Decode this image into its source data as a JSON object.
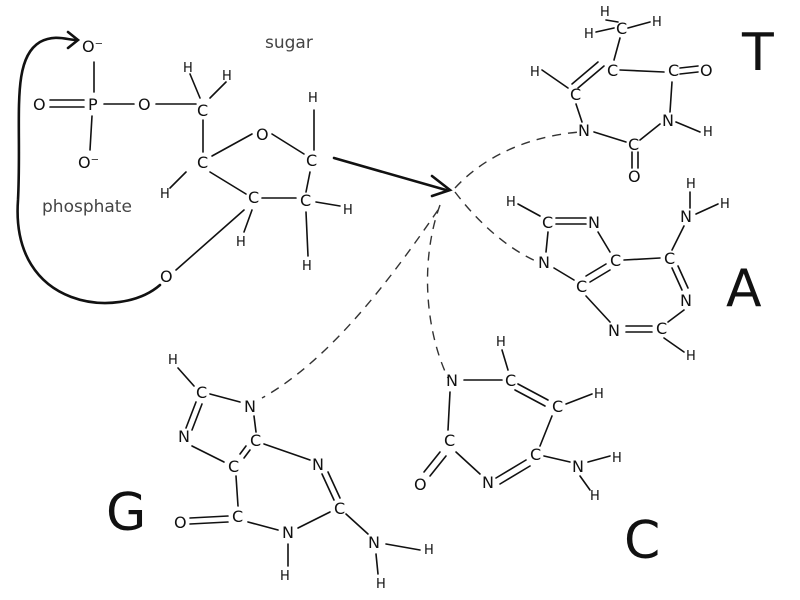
{
  "labels": {
    "sugar": "sugar",
    "phosphate": "phosphate",
    "bases": {
      "T": "T",
      "A": "A",
      "G": "G",
      "C": "C"
    }
  },
  "atoms": {
    "O": "O",
    "O_minus": "O⁻",
    "P": "P",
    "C": "C",
    "H": "H",
    "N": "N"
  },
  "colors": {
    "ink": "#111111",
    "dash": "#333333",
    "background": "#ffffff"
  }
}
